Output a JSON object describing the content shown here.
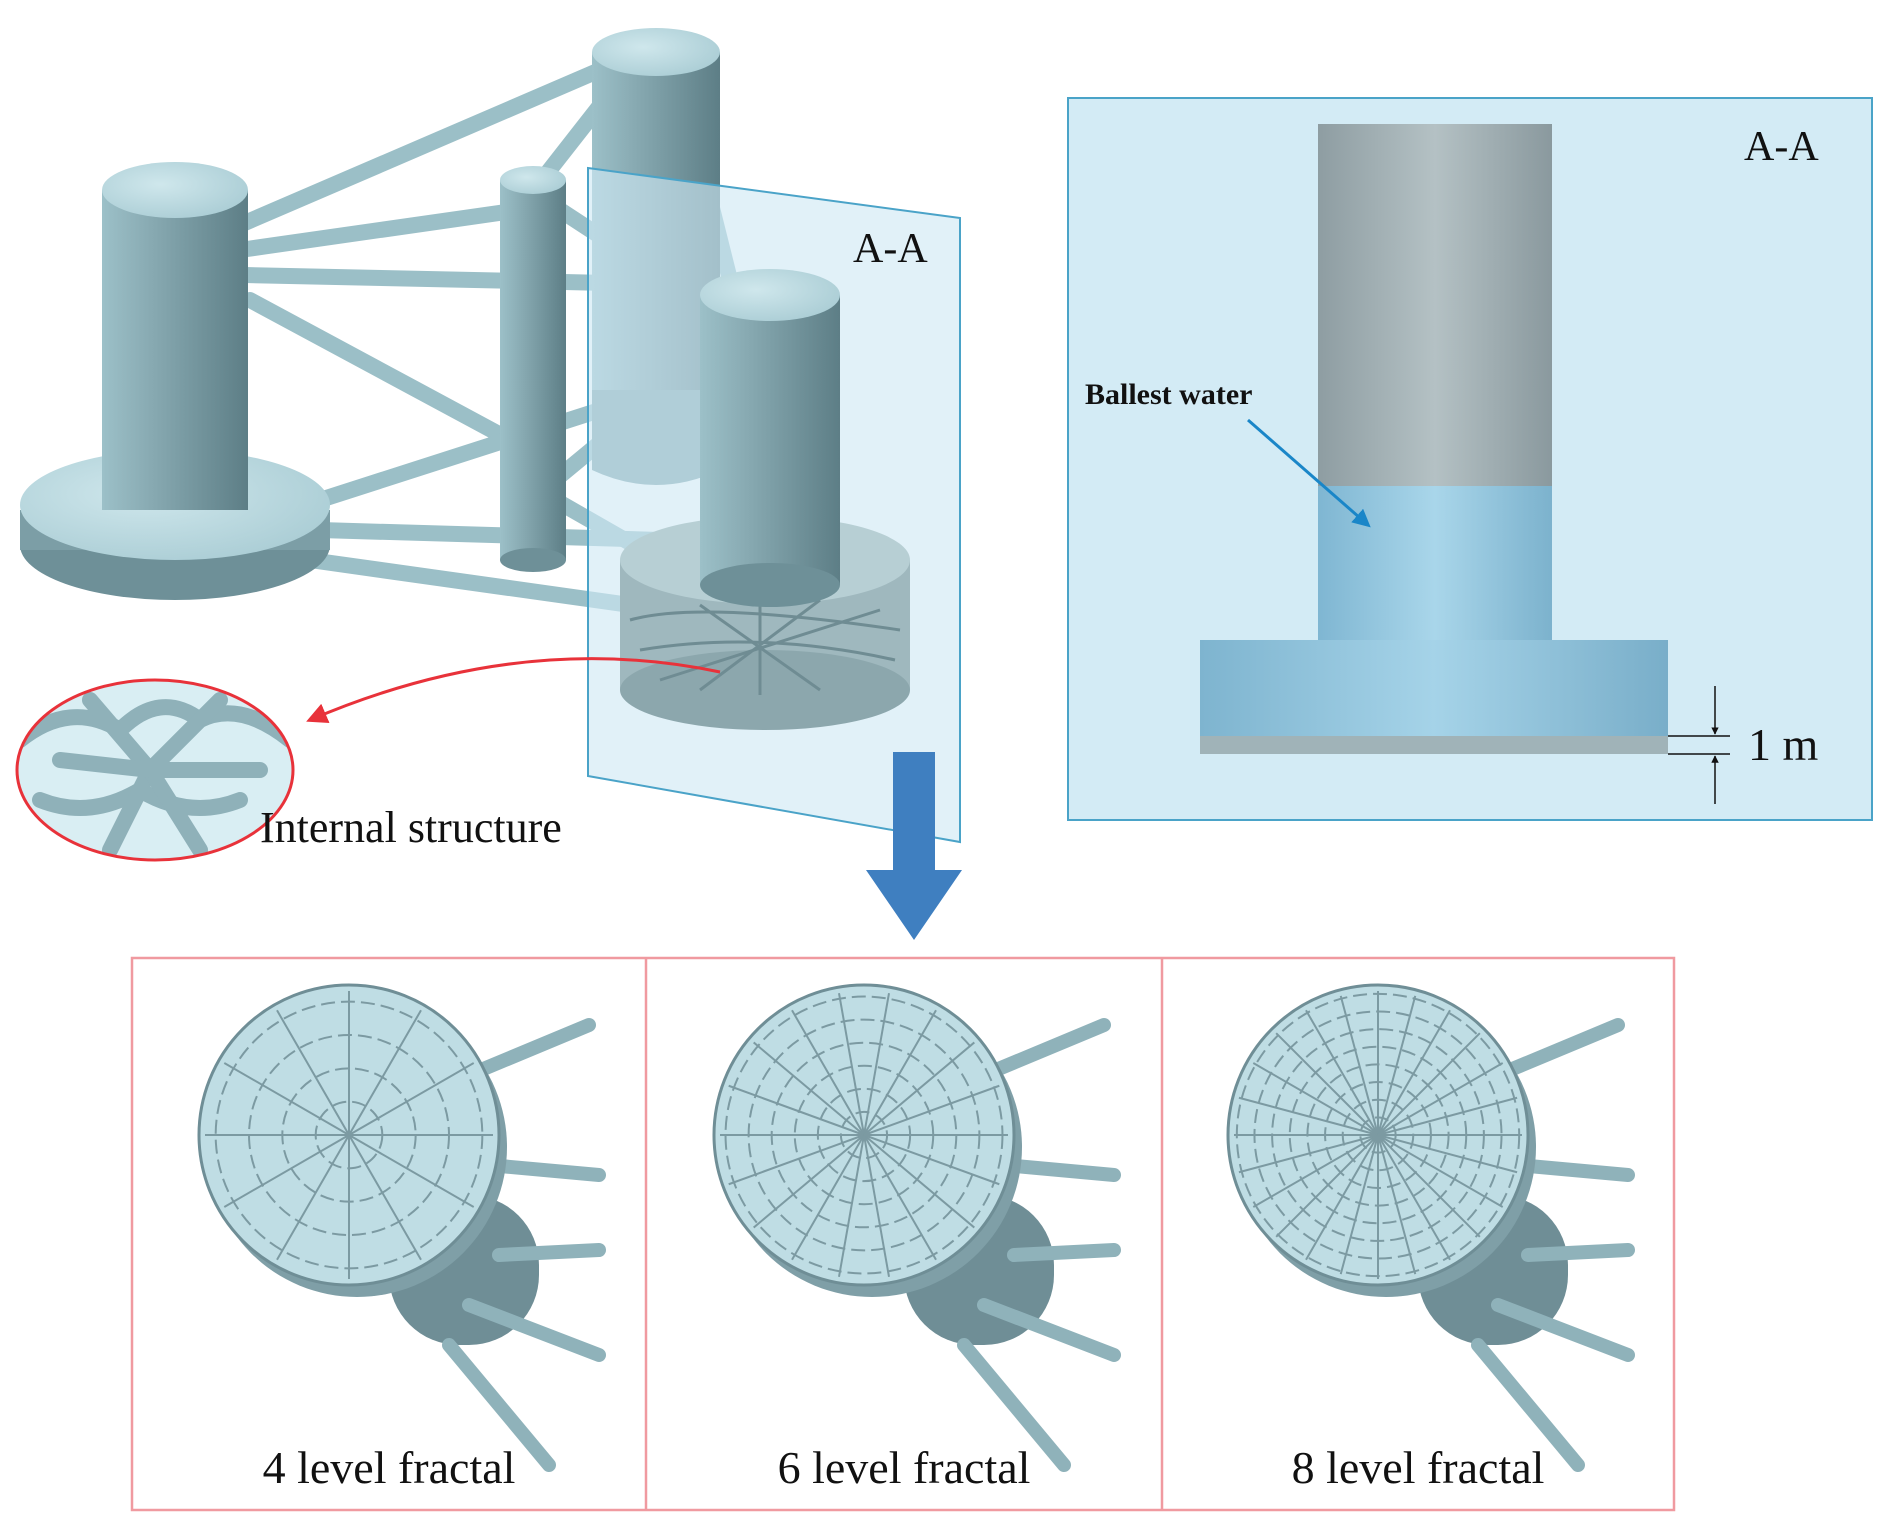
{
  "platform": {
    "section_plane_label": "A-A",
    "inset_label": "Internal structure"
  },
  "section_view": {
    "label": "A-A",
    "ballast_label": "Ballest water",
    "dimension_label": "1 m"
  },
  "fractal_panels": [
    {
      "caption": "4 level fractal",
      "level": 4
    },
    {
      "caption": "6 level fractal",
      "level": 6
    },
    {
      "caption": "8 level fractal",
      "level": 8
    }
  ],
  "colors": {
    "structure_light": "#b9dbe2",
    "structure_mid": "#86aab2",
    "structure_dark": "#5f8088",
    "plane_fill": "#cfe9f4",
    "plane_edge": "#4aa3c8",
    "water": "#9fd0e6",
    "pointer_red": "#e8323a",
    "frame_pink": "#f09aa0",
    "arrow_blue": "#3f7fc0"
  }
}
